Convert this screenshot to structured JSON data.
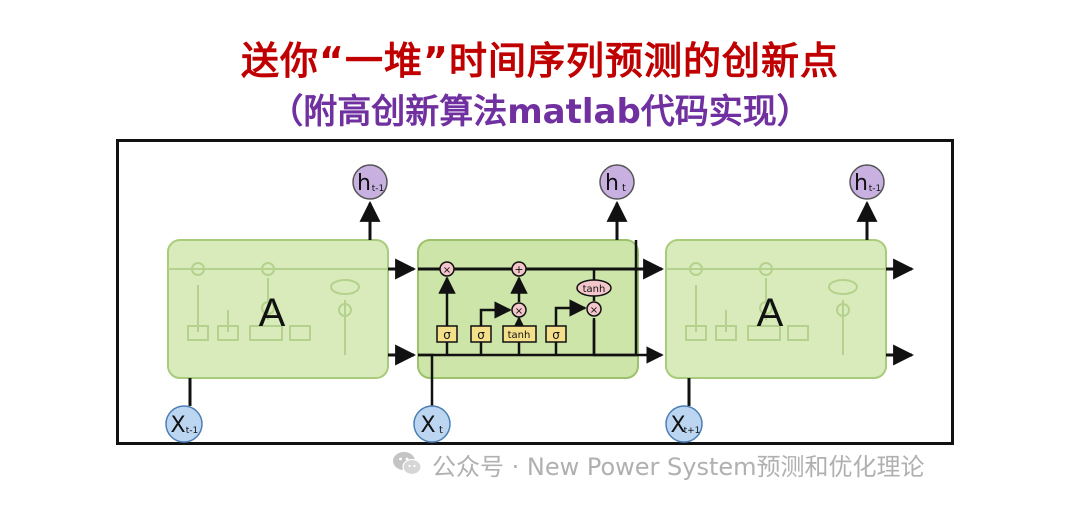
{
  "title": {
    "line1": "送你“一堆”时间序列预测的创新点",
    "line2": "（附高创新算法matlab代码实现）"
  },
  "diagram": {
    "cells": [
      {
        "label": "A"
      },
      {
        "label": ""
      },
      {
        "label": "A"
      }
    ],
    "outputs": [
      "h",
      "h",
      "h"
    ],
    "output_subs": [
      "t-1",
      "t",
      "t-1"
    ],
    "inputs": [
      "X",
      "X",
      "X"
    ],
    "input_subs": [
      "t-1",
      "t",
      "t+1"
    ],
    "gates": [
      "σ",
      "σ",
      "tanh",
      "σ"
    ],
    "ops": {
      "mult": "×",
      "add": "+",
      "tanh": "tanh"
    },
    "colors": {
      "cell_fill": "#cde5a8",
      "cell_stroke": "#9dc26b",
      "node_fill_output": "#c8b0e0",
      "node_fill_input": "#bcd6f2",
      "gate_fill": "#f4e08a",
      "op_fill": "#f3c6cc"
    }
  },
  "watermark": {
    "text": "公众号 · New Power System预测和优化理论"
  }
}
